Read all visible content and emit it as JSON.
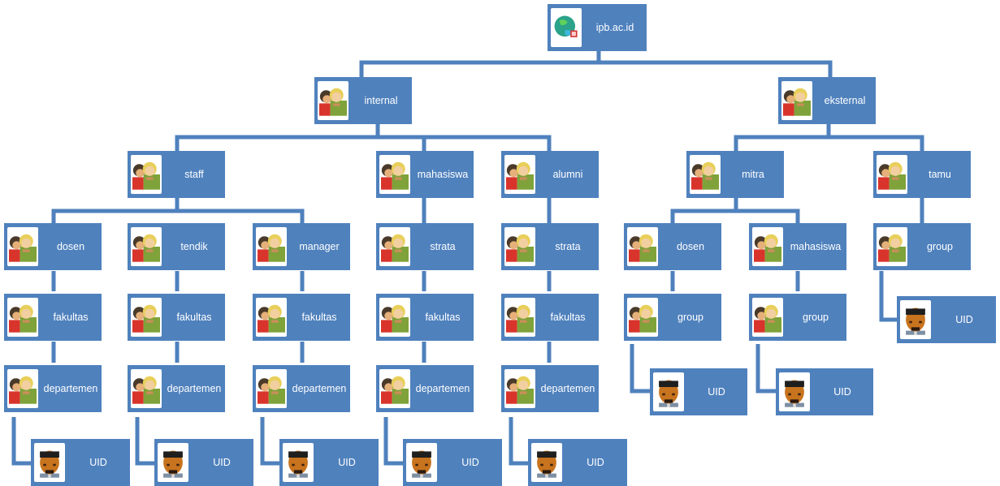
{
  "colors": {
    "node_fill": "#4f81bd",
    "connector": "#4f81bd",
    "label": "#ffffff"
  },
  "root": {
    "label": "ipb.ac.id",
    "icon": "globe-icon"
  },
  "groups": [
    {
      "label": "internal",
      "icon": "users-icon"
    },
    {
      "label": "eksternal",
      "icon": "users-icon"
    }
  ],
  "internal": [
    {
      "label": "staff",
      "icon": "users-icon"
    },
    {
      "label": "mahasiswa",
      "icon": "users-icon"
    },
    {
      "label": "alumni",
      "icon": "users-icon"
    }
  ],
  "eksternal": [
    {
      "label": "mitra",
      "icon": "users-icon"
    },
    {
      "label": "tamu",
      "icon": "users-icon"
    }
  ],
  "staff": [
    {
      "label": "dosen"
    },
    {
      "label": "tendik"
    },
    {
      "label": "manager"
    }
  ],
  "mitra": [
    {
      "label": "dosen"
    },
    {
      "label": "mahasiswa"
    }
  ],
  "chains": [
    {
      "levels": [
        "dosen",
        "fakultas",
        "departemen"
      ],
      "leaf": "UID"
    },
    {
      "levels": [
        "tendik",
        "fakultas",
        "departemen"
      ],
      "leaf": "UID"
    },
    {
      "levels": [
        "manager",
        "fakultas",
        "departemen"
      ],
      "leaf": "UID"
    },
    {
      "levels": [
        "strata",
        "fakultas",
        "departemen"
      ],
      "leaf": "UID"
    },
    {
      "levels": [
        "strata",
        "fakultas",
        "departemen"
      ],
      "leaf": "UID"
    }
  ],
  "mitra_chains": [
    {
      "levels": [
        "group"
      ],
      "leaf": "UID"
    },
    {
      "levels": [
        "group"
      ],
      "leaf": "UID"
    }
  ],
  "tamu_chain": {
    "levels": [
      "group"
    ],
    "leaf": "UID"
  },
  "leaf_icon": "user-icon"
}
